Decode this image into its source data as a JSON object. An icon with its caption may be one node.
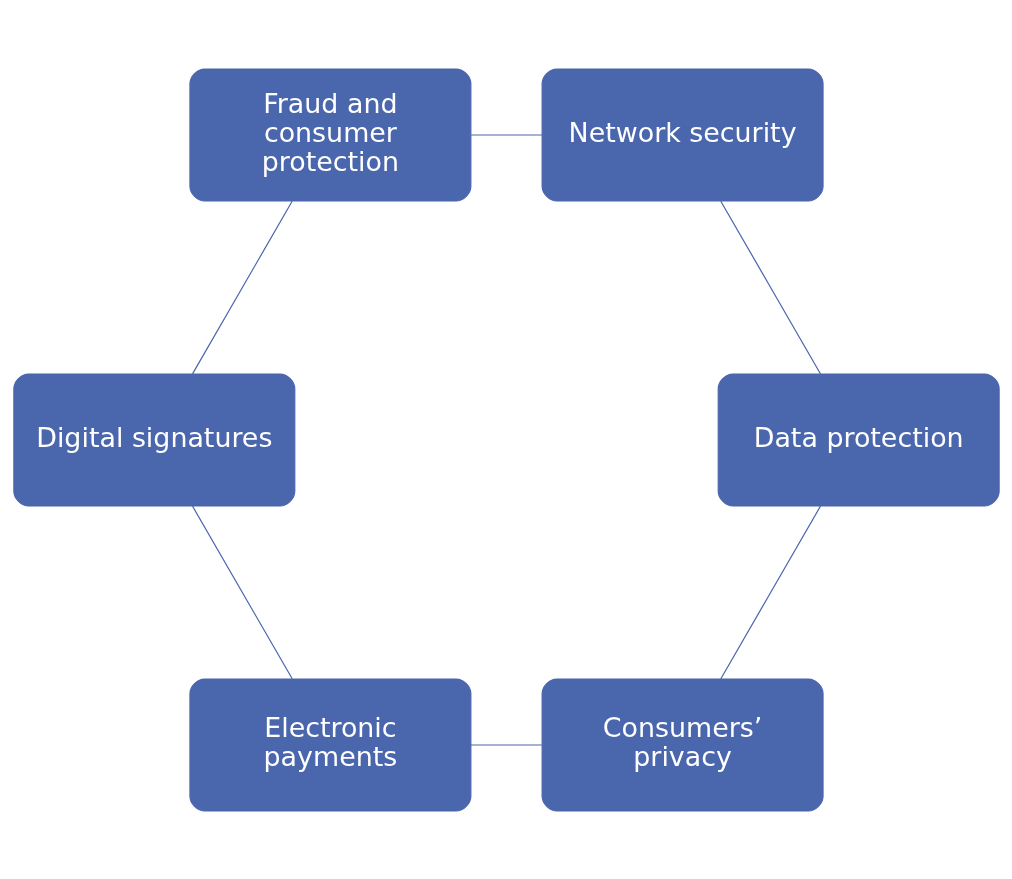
{
  "diagram": {
    "nodes": [
      {
        "text": [
          "Consumers’ privacy"
        ]
      },
      {
        "text": [
          "Data protection"
        ]
      },
      {
        "text": [
          "Electronic payments"
        ]
      },
      {
        "text": [
          "Network security"
        ]
      },
      {
        "text": [
          "Digital signatures"
        ]
      },
      {
        "text": [
          "Fraud and consumer protection"
        ]
      }
    ],
    "edges": [
      {
        "from": 0,
        "to": 2,
        "arrow": "none"
      },
      {
        "from": 2,
        "to": 4,
        "arrow": "none"
      },
      {
        "from": 4,
        "to": 5,
        "arrow": "none"
      },
      {
        "from": 5,
        "to": 3,
        "arrow": "none"
      },
      {
        "from": 3,
        "to": 1,
        "arrow": "none"
      },
      {
        "from": 1,
        "to": 0,
        "arrow": "none"
      }
    ]
  }
}
